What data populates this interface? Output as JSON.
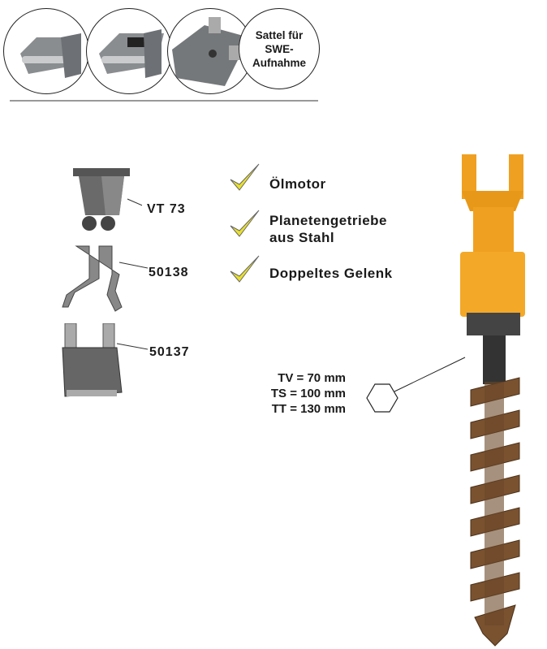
{
  "top_row": {
    "saddle_label": "Sattel für SWE-Aufnahme"
  },
  "parts": [
    {
      "label": "VT 73"
    },
    {
      "label": "50138"
    },
    {
      "label": "50137"
    }
  ],
  "features": [
    "Ölmotor",
    "Planetengetriebe aus Stahl",
    "Doppeltes Gelenk"
  ],
  "specs": [
    "TV = 70 mm",
    "TS = 100 mm",
    "TT = 130 mm"
  ],
  "colors": {
    "check": "#e8e030",
    "motor": "#f0a020",
    "auger": "#7a5230"
  }
}
